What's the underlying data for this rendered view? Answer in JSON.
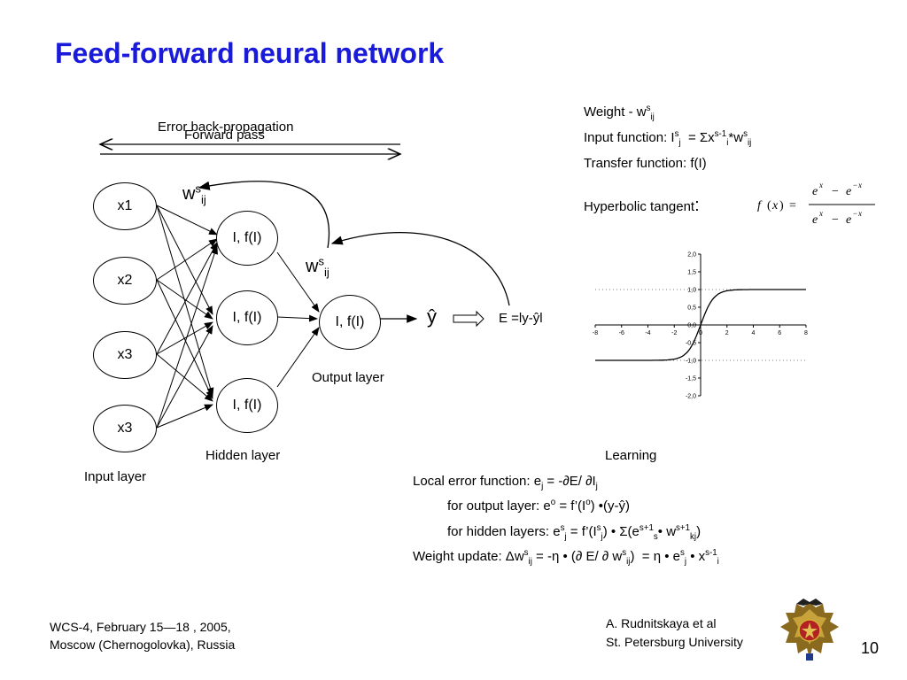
{
  "slide": {
    "title": "Feed-forward neural network",
    "page_number": "10",
    "footer_left_1": "WCS-4, February 15—18 , 2005,",
    "footer_left_2": "Moscow (Chernogolovka), Russia",
    "footer_right_1": "A. Rudnitskaya et al",
    "footer_right_2": "St. Petersburg University"
  },
  "diagram": {
    "backprop_label": "Error back-propagation",
    "forward_label": "Forward pass",
    "inputs": [
      "x1",
      "x2",
      "x3",
      "x3"
    ],
    "hidden_nodes": [
      "I, f(I)",
      "I, f(I)",
      "I, f(I)"
    ],
    "output_node": "I, f(I)",
    "weight_label_1": "w",
    "weight_label_2": "w",
    "weight_sup": "s",
    "weight_sub": "ij",
    "y_hat": "ŷ",
    "error_label": "E =ly-ŷl",
    "input_layer_label": "Input layer",
    "hidden_layer_label": "Hidden layer",
    "output_layer_label": "Output layer"
  },
  "definitions": {
    "weight_prefix": "Weight - w",
    "input_fn_prefix": "Input function: I",
    "transfer": "Transfer function: f(I)",
    "tanh_label": "Hyperbolic tangent",
    "tanh_colon": ":"
  },
  "chart_data": {
    "type": "line",
    "title": "",
    "x_ticks": [
      "-8",
      "-6",
      "-4",
      "-2",
      "0",
      "2",
      "4",
      "6",
      "8"
    ],
    "y_ticks": [
      "2,0",
      "1,5",
      "1,0",
      "0,5",
      "0,0",
      "-0,5",
      "-1,0",
      "-1,5",
      "-2,0"
    ],
    "xlim": [
      -8,
      8
    ],
    "ylim": [
      -2,
      2
    ],
    "function": "tanh(x)",
    "dotted_asymptotes": [
      1,
      -1
    ]
  },
  "learning": {
    "heading": "Learning",
    "local_error_prefix": "Local error function: e",
    "output_layer_prefix": "for output layer: e",
    "hidden_layers_prefix": "for hidden layers: e",
    "weight_update_prefix": "Weight update: "
  }
}
